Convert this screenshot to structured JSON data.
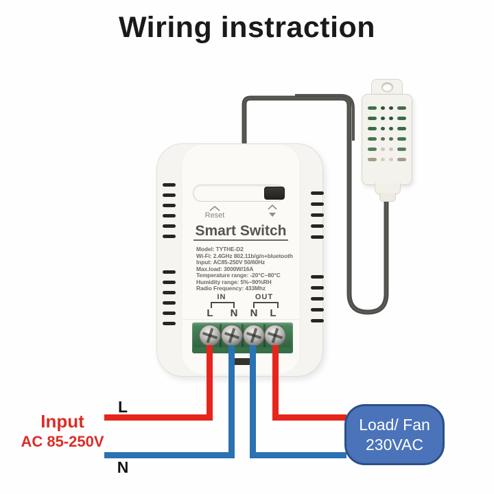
{
  "title": "Wiring instraction",
  "device": {
    "reset_label": "Reset",
    "name": "Smart Switch",
    "specs": [
      "Model: TYTHE-D2",
      "Wi-Fi: 2.4GHz 802.11b/g/n+bluetooth",
      "Input: AC85-250V 50/60Hz",
      "Max.load: 3000W/16A",
      "Temperature range: -20°C~80°C",
      "Humidity range: 5%~90%RH",
      "Radio Frequency: 433Mhz"
    ],
    "in_group_label": "IN",
    "out_group_label": "OUT",
    "terminal_labels": [
      "L",
      "N",
      "N",
      "L"
    ]
  },
  "wiring": {
    "input_title": "Input",
    "input_voltage": "AC 85-250V",
    "live_label": "L",
    "neutral_label": "N",
    "colors": {
      "live_wire": "#e6251c",
      "neutral_wire": "#2b72b3",
      "sensor_cable": "#4f4e4b",
      "badge_fill": "#4a73b9",
      "badge_border": "#2d4f86",
      "input_text": "#da2d26"
    }
  },
  "load_badge": {
    "line1": "Load/ Fan",
    "line2": "230VAC"
  }
}
